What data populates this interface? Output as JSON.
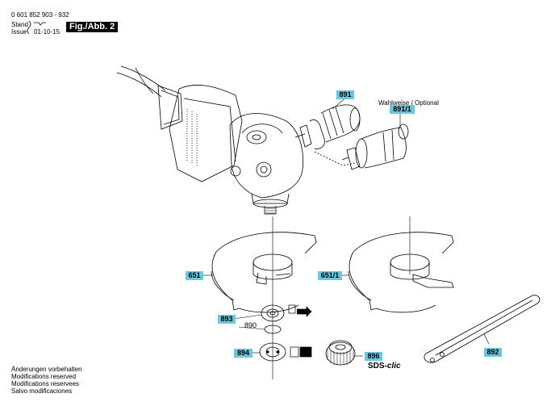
{
  "header": {
    "part_number": "0 601 852 903   - 932",
    "stand_label": "Stand",
    "issue_label": "Issue",
    "issue_date": "01-10-15",
    "figure_label": "Fig./Abb. 2"
  },
  "labels": {
    "optional_note": "Wahlweise / Optional",
    "p891": "891",
    "p891_1": "891/1",
    "p651": "651",
    "p651_1": "651/1",
    "p893": "893",
    "p890": "890",
    "p894": "894",
    "p896": "896",
    "p892": "892",
    "sds_prefix": "SDS-",
    "sds_suffix": "clic"
  },
  "footer": {
    "line1": "Änderungen vorbehalten",
    "line2": "Modifications reserved",
    "line3": "Modifications reservees",
    "line4": "Salvo modificaciones"
  },
  "colors": {
    "tag_bg": "#6cc6df",
    "line": "#000000"
  }
}
